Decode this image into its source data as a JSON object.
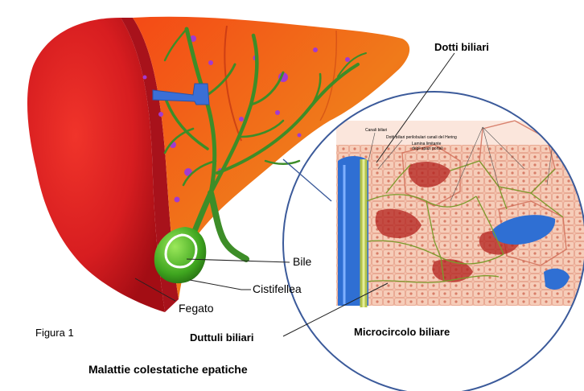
{
  "labels": {
    "dotti_biliari": "Dotti biliari",
    "bile": "Bile",
    "cistifellea": "Cistifellea",
    "fegato": "Fegato",
    "duttuli_biliari": "Duttuli biliari",
    "microcircolo": "Microcircolo biliare",
    "figura": "Figura 1",
    "caption": "Malattie colestatiche epatiche"
  },
  "inset_micro_labels": {
    "l1": "Canali biliari",
    "l2": "Dotti biliari perilobulari canali del Hering",
    "l3": "Lamina limitante",
    "l4": "degli spazi portali"
  },
  "colors": {
    "liver_dark": "#c8141c",
    "liver_mid": "#e8301c",
    "liver_cut": "#f06a1a",
    "bile_duct": "#3f8f2a",
    "gallbladder": "#4fae2a",
    "vein_blue": "#3b6fd6",
    "circle_stroke": "#3b5a9a",
    "cells": "#f2b5a0"
  },
  "icons": {
    "liver": "liver-illustration",
    "gallbladder": "gallbladder-illustration",
    "magnifier": "magnified-circle-inset"
  }
}
